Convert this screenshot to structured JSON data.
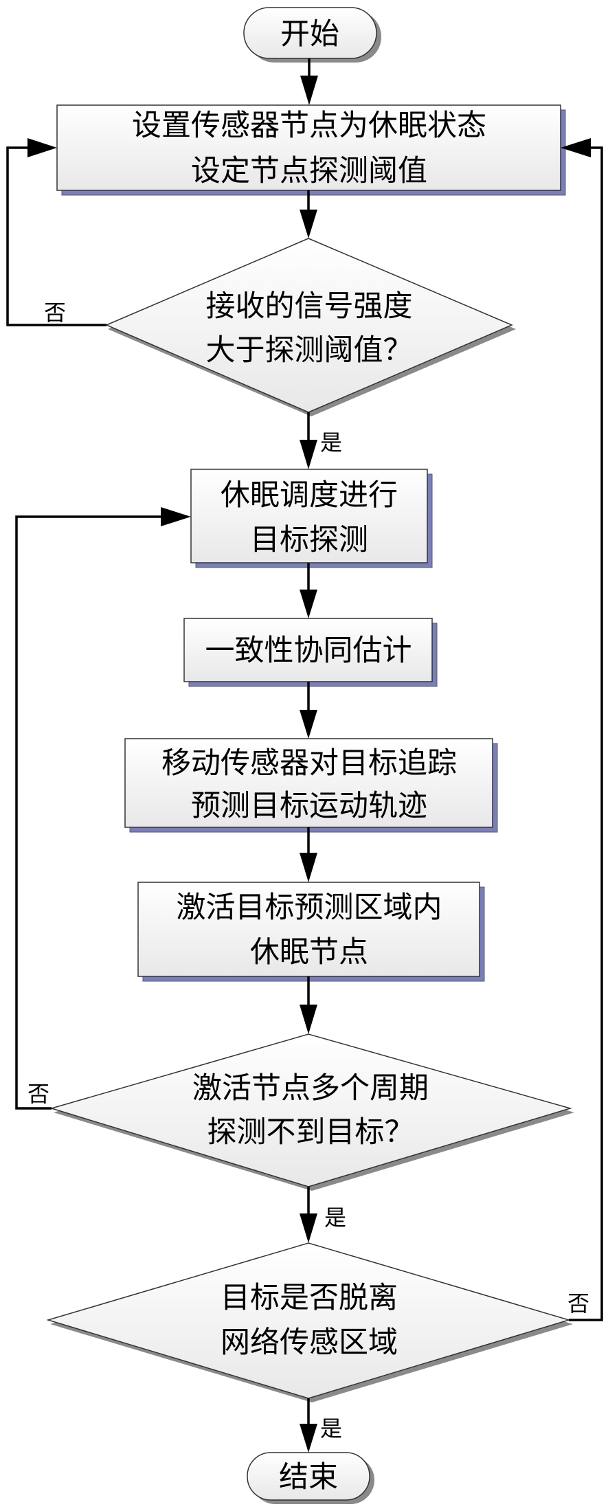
{
  "diagram": {
    "type": "flowchart",
    "start": {
      "label": "开始"
    },
    "end": {
      "label": "结束"
    },
    "process_1": {
      "lines": [
        "设置传感器节点为休眠状态",
        "设定节点探测阈值"
      ]
    },
    "decision_1": {
      "lines": [
        "接收的信号强度",
        "大于探测阈值？"
      ],
      "yes_label": "是",
      "no_label": "否"
    },
    "process_2": {
      "lines": [
        "休眠调度进行",
        "目标探测"
      ]
    },
    "process_3": {
      "lines": [
        "一致性协同估计"
      ]
    },
    "process_4": {
      "lines": [
        "移动传感器对目标追踪",
        "预测目标运动轨迹"
      ]
    },
    "process_5": {
      "lines": [
        "激活目标预测区域内",
        "休眠节点"
      ]
    },
    "decision_2": {
      "lines": [
        "激活节点多个周期",
        "探测不到目标？"
      ],
      "yes_label": "是",
      "no_label": "否"
    },
    "decision_3": {
      "lines": [
        "目标是否脱离",
        "网络传感区域"
      ],
      "yes_label": "是",
      "no_label": "否"
    },
    "colors": {
      "box_shadow": "#7b7fb6",
      "diamond_shadow": "#8a8a8a",
      "line": "#000000"
    }
  }
}
